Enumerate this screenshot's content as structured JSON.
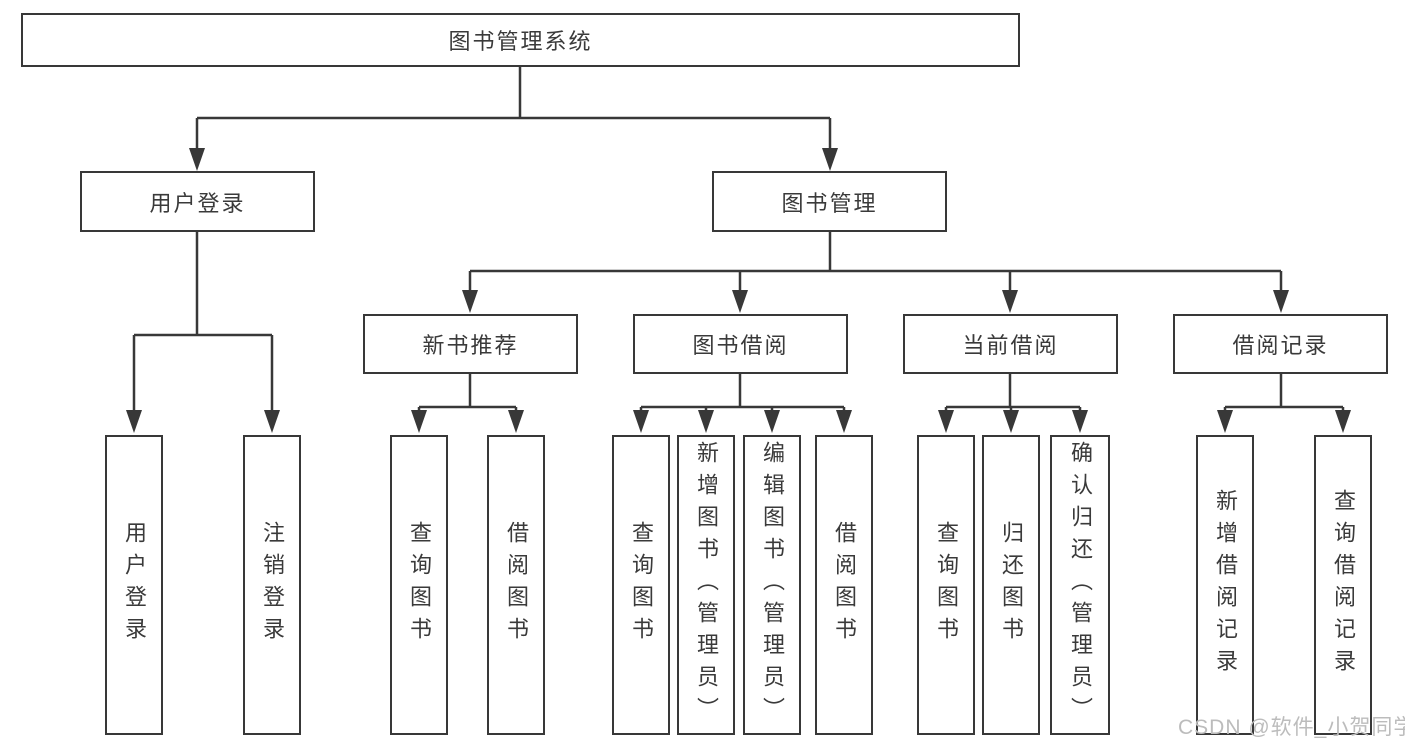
{
  "diagram_title": "图书管理系统",
  "colors": {
    "line": "#383838",
    "box_border": "#383838",
    "text": "#3a3a3a",
    "watermark": "#bcbcbc",
    "background": "#ffffff"
  },
  "nodes": {
    "root": {
      "label": "图书管理系统"
    },
    "level2": [
      {
        "label": "用户登录"
      },
      {
        "label": "图书管理"
      }
    ],
    "level3": [
      {
        "label": "新书推荐",
        "parent": "图书管理"
      },
      {
        "label": "图书借阅",
        "parent": "图书管理"
      },
      {
        "label": "当前借阅",
        "parent": "图书管理"
      },
      {
        "label": "借阅记录",
        "parent": "图书管理"
      }
    ],
    "leaves": [
      {
        "label": "用户登录",
        "parent": "用户登录"
      },
      {
        "label": "注销登录",
        "parent": "用户登录"
      },
      {
        "label": "查询图书",
        "parent": "新书推荐"
      },
      {
        "label": "借阅图书",
        "parent": "新书推荐"
      },
      {
        "label": "查询图书",
        "parent": "图书借阅"
      },
      {
        "label": "新增图书（管理员）",
        "parent": "图书借阅"
      },
      {
        "label": "编辑图书（管理员）",
        "parent": "图书借阅"
      },
      {
        "label": "借阅图书",
        "parent": "图书借阅"
      },
      {
        "label": "查询图书",
        "parent": "当前借阅"
      },
      {
        "label": "归还图书",
        "parent": "当前借阅"
      },
      {
        "label": "确认归还（管理员）",
        "parent": "当前借阅"
      },
      {
        "label": "新增借阅记录",
        "parent": "借阅记录"
      },
      {
        "label": "查询借阅记录",
        "parent": "借阅记录"
      }
    ]
  },
  "watermark": {
    "text": "CSDN @软件_小贺同学"
  }
}
